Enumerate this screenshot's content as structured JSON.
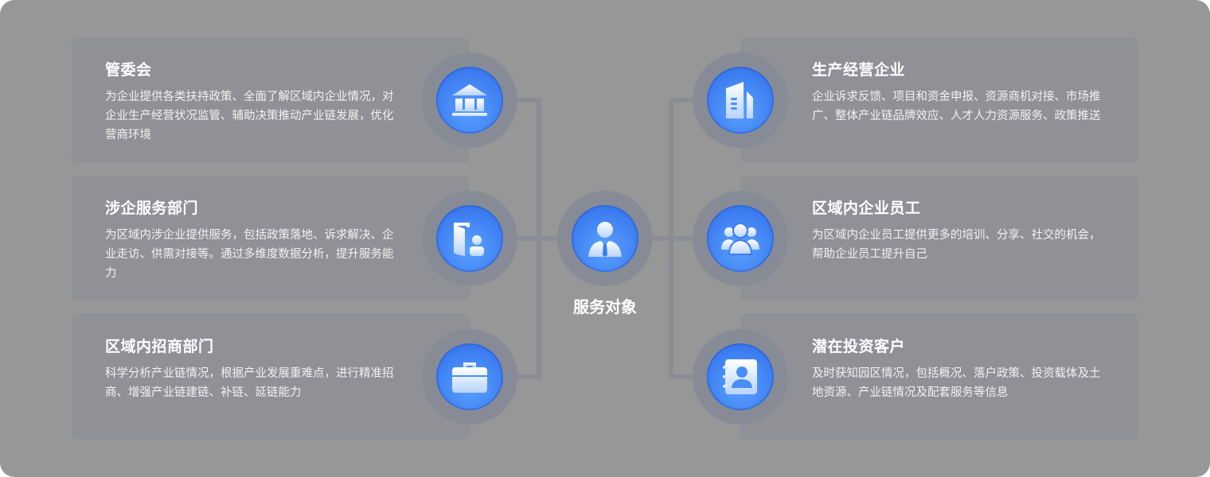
{
  "center": {
    "label": "服务对象",
    "icon": "person-icon"
  },
  "left": [
    {
      "title": "管委会",
      "desc": "为企业提供各类扶持政策、全面了解区域内企业情况，对企业生产经营状况监管、辅助决策推动产业链发展，优化营商环境",
      "icon": "bank-icon"
    },
    {
      "title": "涉企服务部门",
      "desc": "为区域内涉企业提供服务，包括政策落地、诉求解决、企业走访、供需对接等。通过多维度数据分析，提升服务能力",
      "icon": "door-person-icon"
    },
    {
      "title": "区域内招商部门",
      "desc": "科学分析产业链情况，根据产业发展重难点，进行精准招商、增强产业链建链、补链、延链能力",
      "icon": "briefcase-icon"
    }
  ],
  "right": [
    {
      "title": "生产经营企业",
      "desc": "企业诉求反馈、项目和资金申报、资源商机对接、市场推广、整体产业链品牌效应、人才人力资源服务、政策推送",
      "icon": "building-icon"
    },
    {
      "title": "区域内企业员工",
      "desc": "为区域内企业员工提供更多的培训、分享、社交的机会，帮助企业员工提升自己",
      "icon": "group-icon"
    },
    {
      "title": "潜在投资客户",
      "desc": "及时获知园区情况，包括概况、落户政策、投资载体及土地资源、产业链情况及配套服务等信息",
      "icon": "contact-card-icon"
    }
  ]
}
